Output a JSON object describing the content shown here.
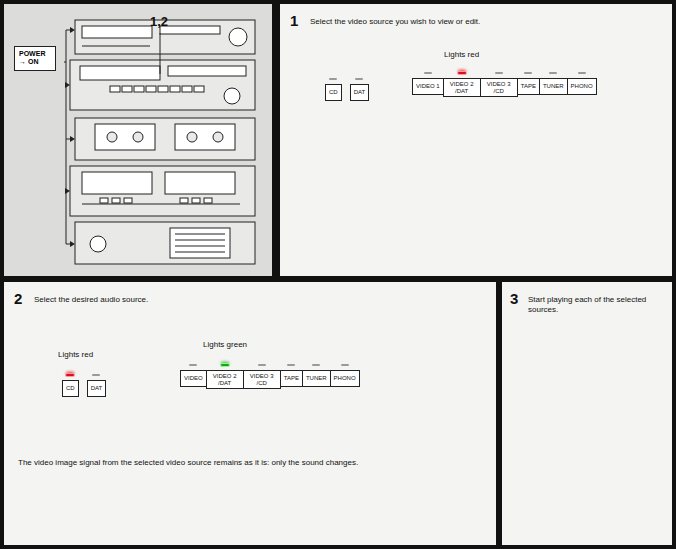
{
  "diagram": {
    "nodes": [
      {
        "text": [
          "POWER → ON"
        ]
      },
      {
        "text": [
          "1",
          "Select the video source you wish to view or edit."
        ]
      },
      {
        "text": [
          "CD"
        ],
        "in": 1
      },
      {
        "text": [
          "DAT"
        ],
        "in": 1
      },
      {
        "text": [
          "VIDEO 1"
        ],
        "in": 1
      },
      {
        "text": [
          "VIDEO 2 /DAT"
        ],
        "in": 1
      },
      {
        "text": [
          "VIDEO 3 /CD"
        ],
        "in": 1
      },
      {
        "text": [
          "TAPE"
        ],
        "in": 1
      },
      {
        "text": [
          "TUNER"
        ],
        "in": 1
      },
      {
        "text": [
          "PHONO"
        ],
        "in": 1
      },
      {
        "text": [
          "2",
          "Select the desired audio source.",
          "The video image signal from the selected video source remains as it is: only the sound changes."
        ]
      },
      {
        "text": [
          "CD"
        ],
        "in": 10
      },
      {
        "text": [
          "DAT"
        ],
        "in": 10
      },
      {
        "text": [
          "VIDEO"
        ],
        "in": 10
      },
      {
        "text": [
          "VIDEO 2 /DAT"
        ],
        "in": 10
      },
      {
        "text": [
          "VIDEO 3 /CD"
        ],
        "in": 10
      },
      {
        "text": [
          "TAPE"
        ],
        "in": 10
      },
      {
        "text": [
          "TUNER"
        ],
        "in": 10
      },
      {
        "text": [
          "PHONO"
        ],
        "in": 10
      },
      {
        "text": [
          "3",
          "Start playing each of the selected sources."
        ]
      }
    ],
    "labels": [
      "1,2",
      "Lights red",
      "Lights red",
      "Lights green"
    ]
  }
}
